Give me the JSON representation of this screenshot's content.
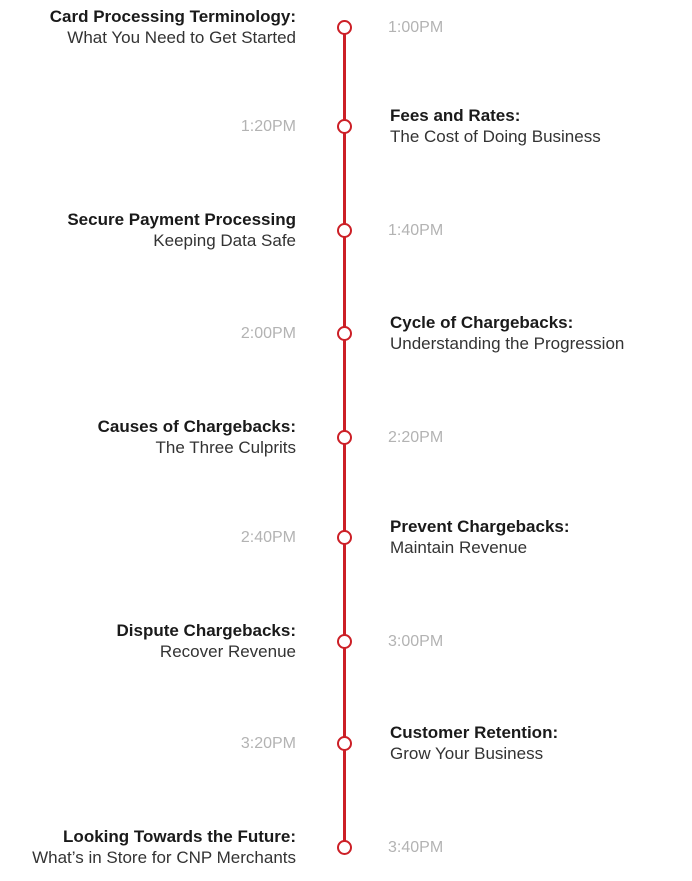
{
  "accent_color": "#cc1f26",
  "events": [
    {
      "title": "Card Processing Terminology:",
      "subtitle": "What You Need to Get Started",
      "time": "1:00PM"
    },
    {
      "title": "Fees and Rates:",
      "subtitle": "The Cost of Doing Business",
      "time": "1:20PM"
    },
    {
      "title": "Secure Payment Processing",
      "subtitle": "Keeping Data Safe",
      "time": "1:40PM"
    },
    {
      "title": "Cycle of Chargebacks:",
      "subtitle": "Understanding the Progression",
      "time": "2:00PM"
    },
    {
      "title": "Causes of Chargebacks:",
      "subtitle": "The Three Culprits",
      "time": "2:20PM"
    },
    {
      "title": "Prevent Chargebacks:",
      "subtitle": "Maintain Revenue",
      "time": "2:40PM"
    },
    {
      "title": "Dispute Chargebacks:",
      "subtitle": "Recover Revenue",
      "time": "3:00PM"
    },
    {
      "title": "Customer Retention:",
      "subtitle": "Grow Your Business",
      "time": "3:20PM"
    },
    {
      "title": "Looking Towards the Future:",
      "subtitle": "What’s in Store for CNP Merchants",
      "time": "3:40PM"
    }
  ]
}
